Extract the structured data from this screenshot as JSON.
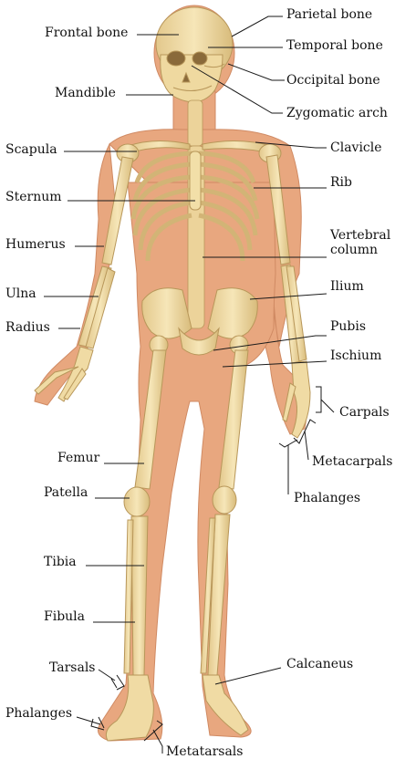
{
  "labels": {
    "frontal_bone": "Frontal bone",
    "parietal_bone": "Parietal bone",
    "temporal_bone": "Temporal bone",
    "occipital_bone": "Occipital bone",
    "mandible": "Mandible",
    "zygomatic_arch": "Zygomatic arch",
    "scapula": "Scapula",
    "clavicle": "Clavicle",
    "sternum": "Sternum",
    "rib": "Rib",
    "humerus": "Humerus",
    "vertebral_column": "Vertebral\ncolumn",
    "ulna": "Ulna",
    "ilium": "Ilium",
    "radius": "Radius",
    "pubis": "Pubis",
    "ischium": "Ischium",
    "carpals": "Carpals",
    "metacarpals": "Metacarpals",
    "phalanges_hand": "Phalanges",
    "femur": "Femur",
    "patella": "Patella",
    "tibia": "Tibia",
    "fibula": "Fibula",
    "tarsals": "Tarsals",
    "calcaneus": "Calcaneus",
    "phalanges_foot": "Phalanges",
    "metatarsals": "Metatarsals"
  },
  "colors": {
    "skin": "#e8a77f",
    "skin_edge": "#d08a63",
    "bone": "#f0dba4",
    "bone_edge": "#b8975a",
    "bone_shade": "#d9bd7e",
    "leader": "#1a1a1a"
  }
}
